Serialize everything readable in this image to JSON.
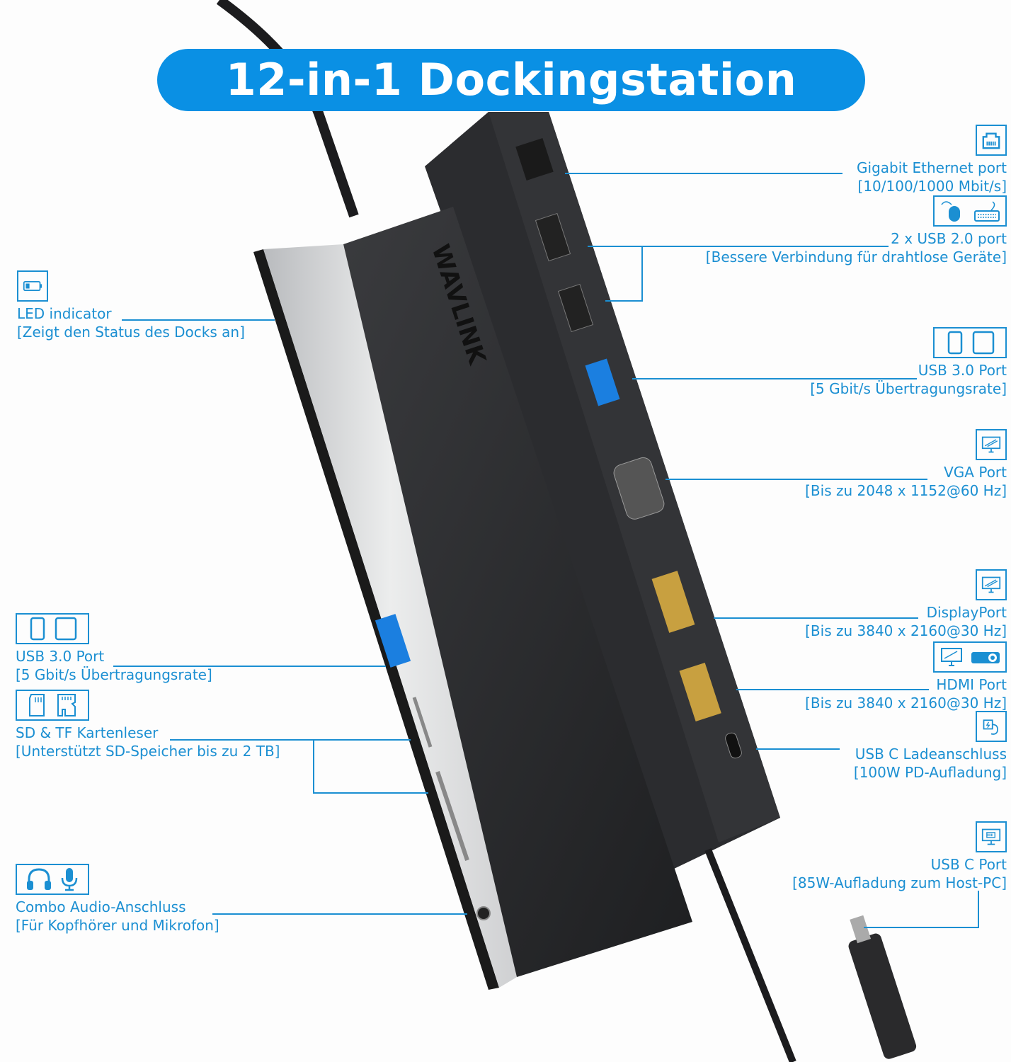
{
  "title": "12-in-1 Dockingstation",
  "brand": "WAVLINK",
  "accent_color": "#0a90e4",
  "callout_color": "#1b8fd2",
  "callouts": {
    "ethernet": {
      "title": "Gigabit Ethernet port",
      "detail": "[10/100/1000 Mbit/s]",
      "icons": [
        "ethernet-icon"
      ]
    },
    "usb2": {
      "title": "2 x USB 2.0 port",
      "detail": "[Bessere Verbindung für drahtlose Geräte]",
      "icons": [
        "mouse-icon",
        "keyboard-icon"
      ]
    },
    "usb3_right": {
      "title": "USB 3.0 Port",
      "detail": "[5 Gbit/s Übertragungsrate]",
      "icons": [
        "phone-icon",
        "tablet-icon"
      ]
    },
    "vga": {
      "title": "VGA Port",
      "detail": "[Bis zu 2048 x 1152@60 Hz]",
      "icons": [
        "monitor-icon"
      ]
    },
    "displayport": {
      "title": "DisplayPort",
      "detail": "[Bis zu 3840 x 2160@30 Hz]",
      "icons": [
        "monitor-icon"
      ]
    },
    "hdmi": {
      "title": "HDMI Port",
      "detail": "[Bis zu 3840 x 2160@30 Hz]",
      "icons": [
        "monitor-icon",
        "projector-icon"
      ]
    },
    "usbc_charge": {
      "title": "USB C Ladeanschluss",
      "detail": "[100W PD-Aufladung]",
      "icons": [
        "charging-plug-icon"
      ]
    },
    "usbc_port": {
      "title": "USB C Port",
      "detail": "[85W-Aufladung zum Host-PC]",
      "icons": [
        "laptop-battery-icon"
      ]
    },
    "led": {
      "title": "LED indicator",
      "detail": "[Zeigt den Status des Docks an]",
      "icons": [
        "battery-icon"
      ]
    },
    "usb3_left": {
      "title": "USB 3.0 Port",
      "detail": "[5 Gbit/s Übertragungsrate]",
      "icons": [
        "phone-icon",
        "tablet-icon"
      ]
    },
    "card_reader": {
      "title": "SD & TF Kartenleser",
      "detail": "[Unterstützt SD-Speicher bis zu 2 TB]",
      "icons": [
        "sd-card-icon",
        "tf-card-icon"
      ]
    },
    "audio": {
      "title": "Combo Audio-Anschluss",
      "detail": "[Für Kopfhörer und Mikrofon]",
      "icons": [
        "headphones-icon",
        "microphone-icon"
      ]
    }
  }
}
